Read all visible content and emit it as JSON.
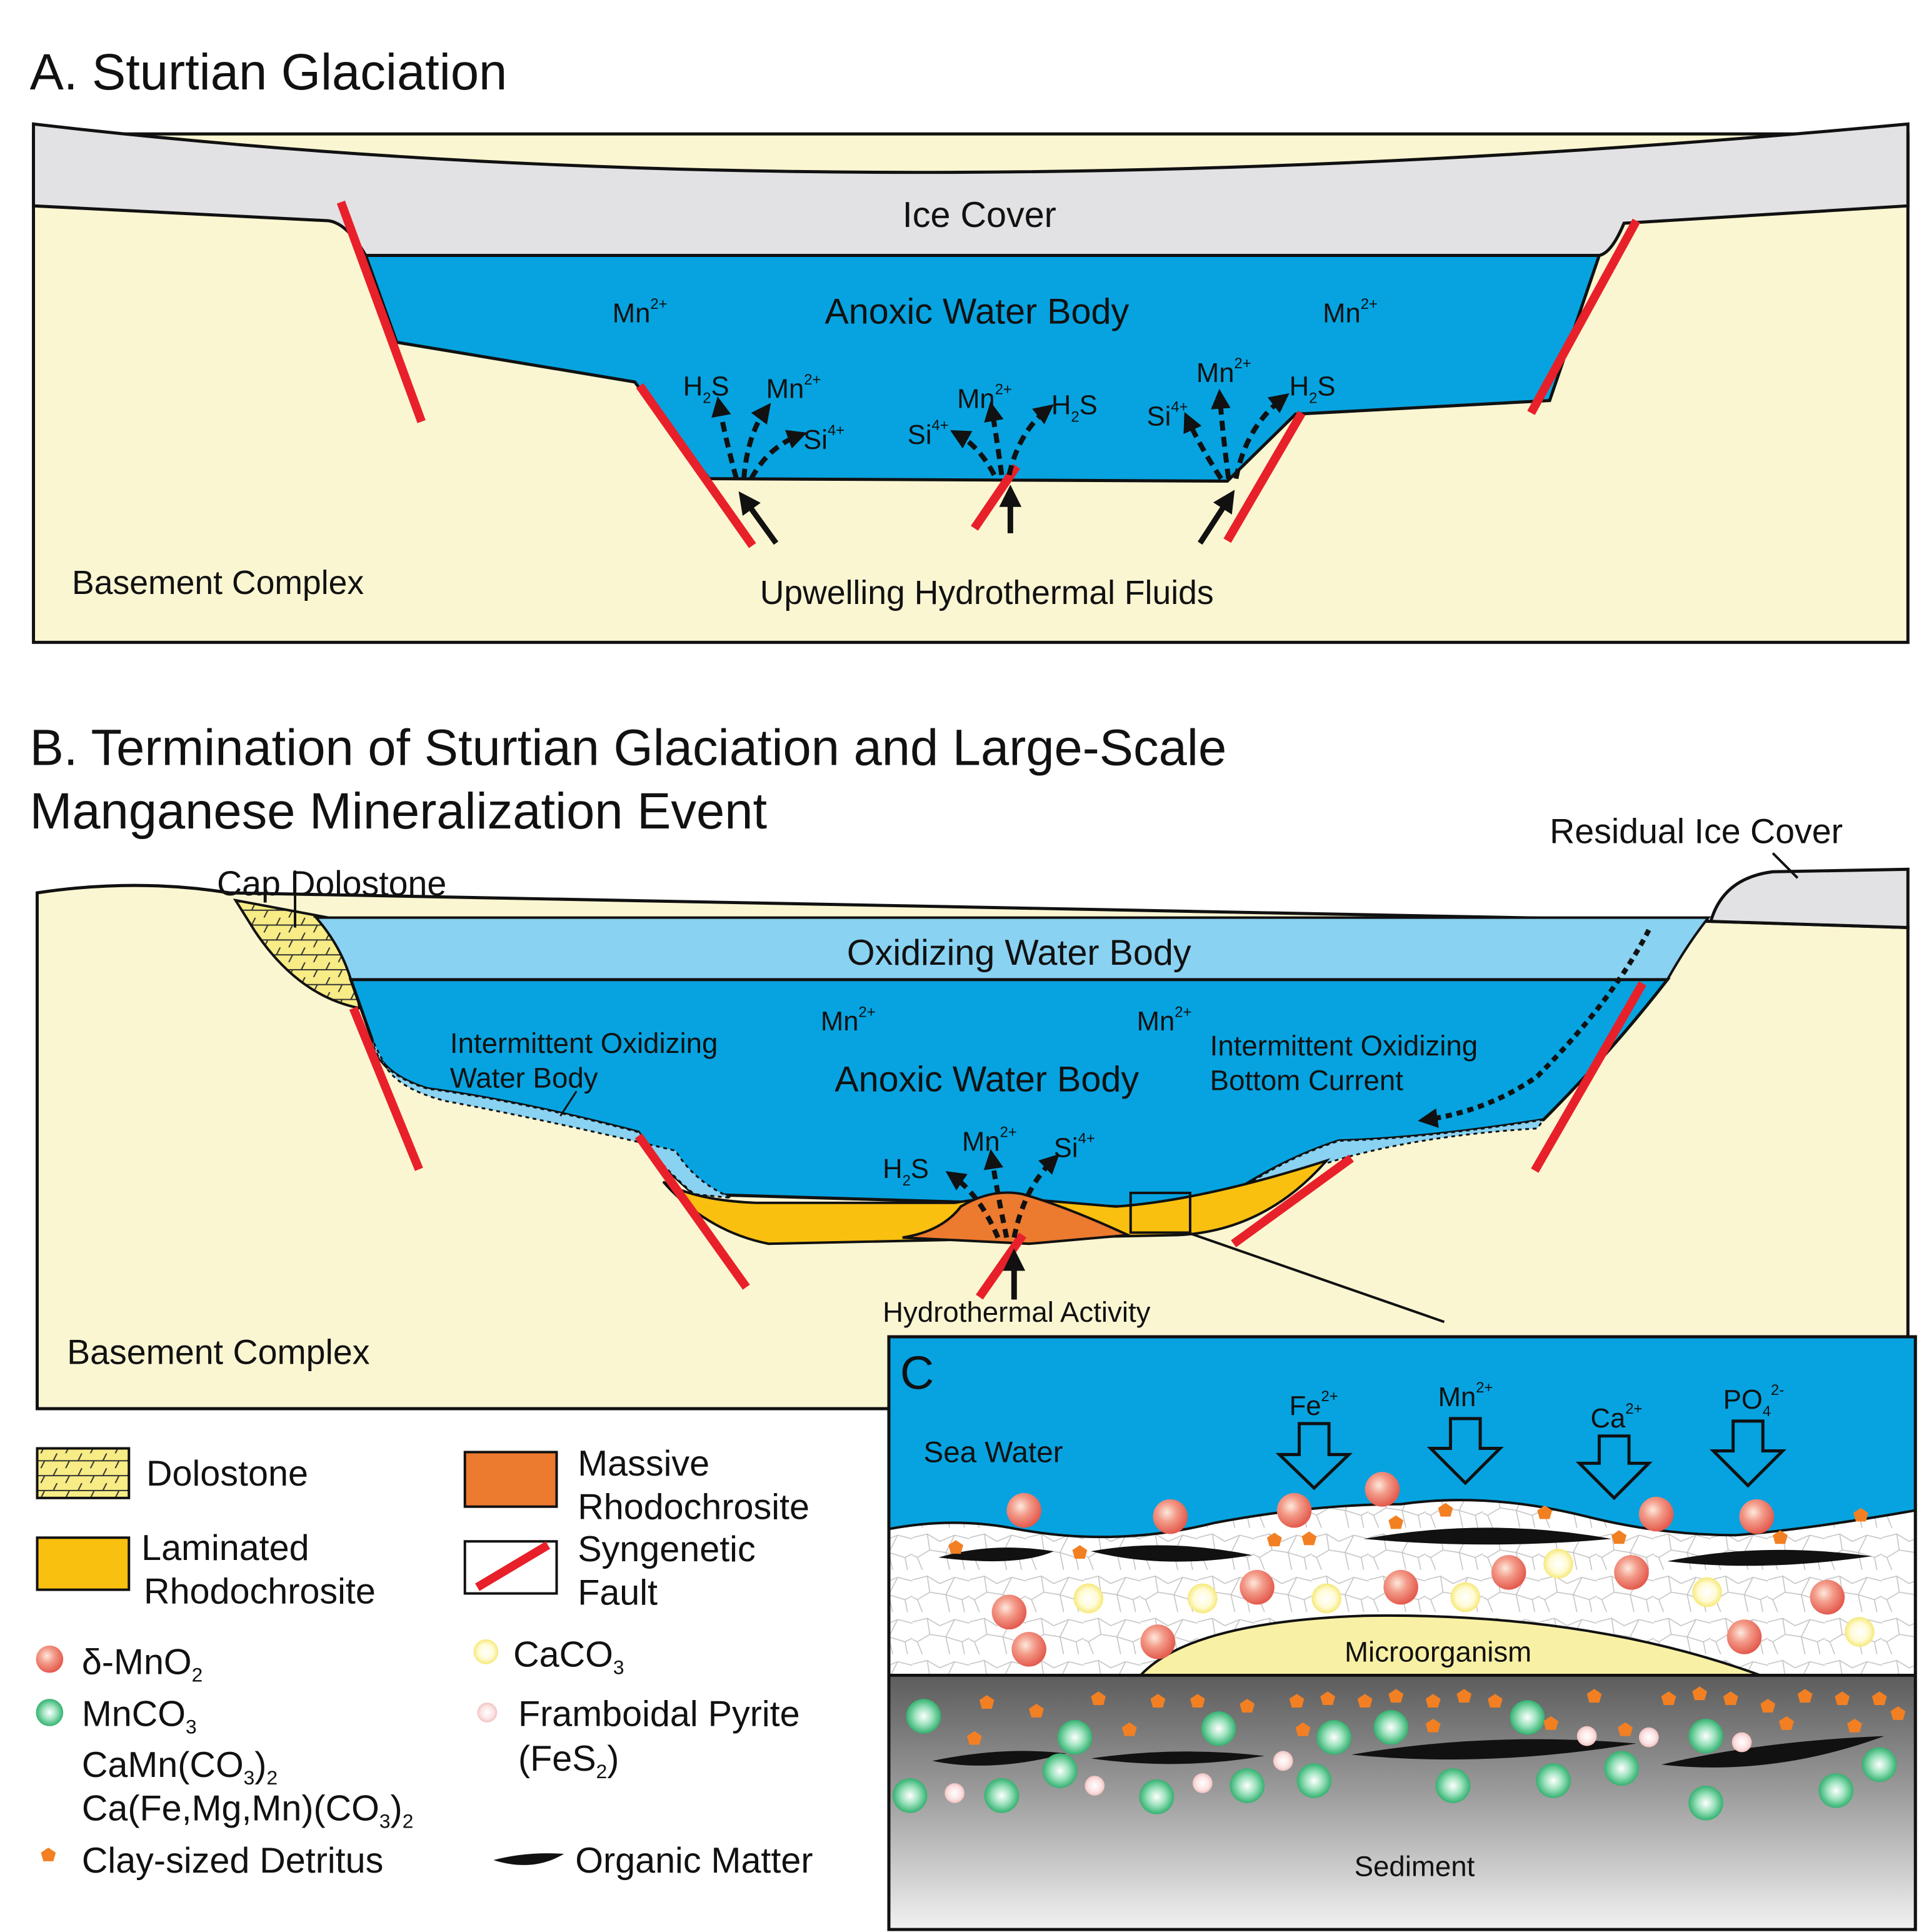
{
  "panel_a": {
    "title": "A. Sturtian Glaciation",
    "ice_cover": "Ice Cover",
    "water_body": "Anoxic Water Body",
    "basement": "Basement Complex",
    "fluids": "Upwelling Hydrothermal Fluids",
    "ion_mn": "Mn",
    "ion_mn_charge": "2+",
    "ion_h2s_h": "H",
    "ion_h2s_sub": "2",
    "ion_h2s_s": "S",
    "ion_si": "Si",
    "ion_si_charge": "4+"
  },
  "panel_b": {
    "title_line1": "B. Termination of Sturtian Glaciation and Large-Scale",
    "title_line2": "Manganese Mineralization Event",
    "residual_ice": "Residual Ice Cover",
    "cap_dolostone": "Cap Dolostone",
    "oxidizing_water": "Oxidizing Water Body",
    "anoxic_water": "Anoxic Water Body",
    "intermittent_water_1": "Intermittent Oxidizing",
    "intermittent_water_2": "Water Body",
    "intermittent_current_1": "Intermittent Oxidizing",
    "intermittent_current_2": "Bottom Current",
    "hydrothermal": "Hydrothermal Activity",
    "basement": "Basement Complex"
  },
  "panel_c": {
    "label": "C",
    "sea_water": "Sea Water",
    "fe": "Fe",
    "fe_charge": "2+",
    "mn": "Mn",
    "mn_charge": "2+",
    "ca": "Ca",
    "ca_charge": "2+",
    "po": "PO",
    "po_sub": "4",
    "po_charge": "2-",
    "microorganism": "Microorganism",
    "sediment": "Sediment"
  },
  "legend": {
    "dolostone": "Dolostone",
    "massive_1": "Massive",
    "massive_2": "Rhodochrosite",
    "laminated_1": "Laminated",
    "laminated_2": "Rhodochrosite",
    "fault_1": "Syngenetic",
    "fault_2": "Fault",
    "mno2_main": "δ-MnO",
    "mno2_sub": "2",
    "caco3_main": "CaCO",
    "caco3_sub": "3",
    "mnco3_main": "MnCO",
    "mnco3_sub": "3",
    "camn_main": "CaMn(CO",
    "camn_sub": "3",
    "camn_end": ")",
    "camn_sub2": "2",
    "cafe_main": "Ca(Fe,Mg,Mn)(CO",
    "cafe_sub": "3",
    "cafe_end": ")",
    "cafe_sub2": "2",
    "pyrite_1": "Framboidal Pyrite",
    "pyrite_2_main": "(FeS",
    "pyrite_2_sub": "2",
    "pyrite_2_end": ")",
    "clay": "Clay-sized Detritus",
    "organic": "Organic Matter"
  },
  "colors": {
    "ice": "#e2e2e4",
    "basement": "#fbf6d2",
    "anoxic": "#06a3e0",
    "oxidizing": "#89d2f2",
    "fault": "#e8202a",
    "laminated": "#f9c00f",
    "massive": "#ec7a2f",
    "dolostone": "#f7ec85",
    "microorganism": "#f8f0a5"
  }
}
